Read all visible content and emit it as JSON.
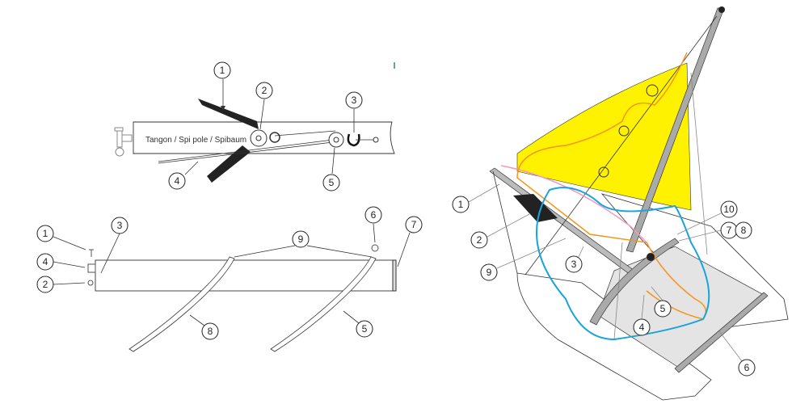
{
  "pole_diagram": {
    "title": "Tangon / Spi pole / Spibaum",
    "callouts": [
      "1",
      "2",
      "3",
      "4",
      "5"
    ]
  },
  "pole_end_diagram": {
    "callouts": [
      "1",
      "3",
      "4",
      "2",
      "9",
      "6",
      "7",
      "8",
      "5"
    ]
  },
  "boat_diagram": {
    "callouts": [
      "1",
      "2",
      "9",
      "3",
      "10",
      "7",
      "8",
      "5",
      "4",
      "6"
    ]
  },
  "colors": {
    "sail": "#fff200",
    "orange_line": "#f7941d",
    "blue_line": "#1aa3dc",
    "pink_line": "#f29ac2",
    "trampoline": "#e4e4e4"
  }
}
